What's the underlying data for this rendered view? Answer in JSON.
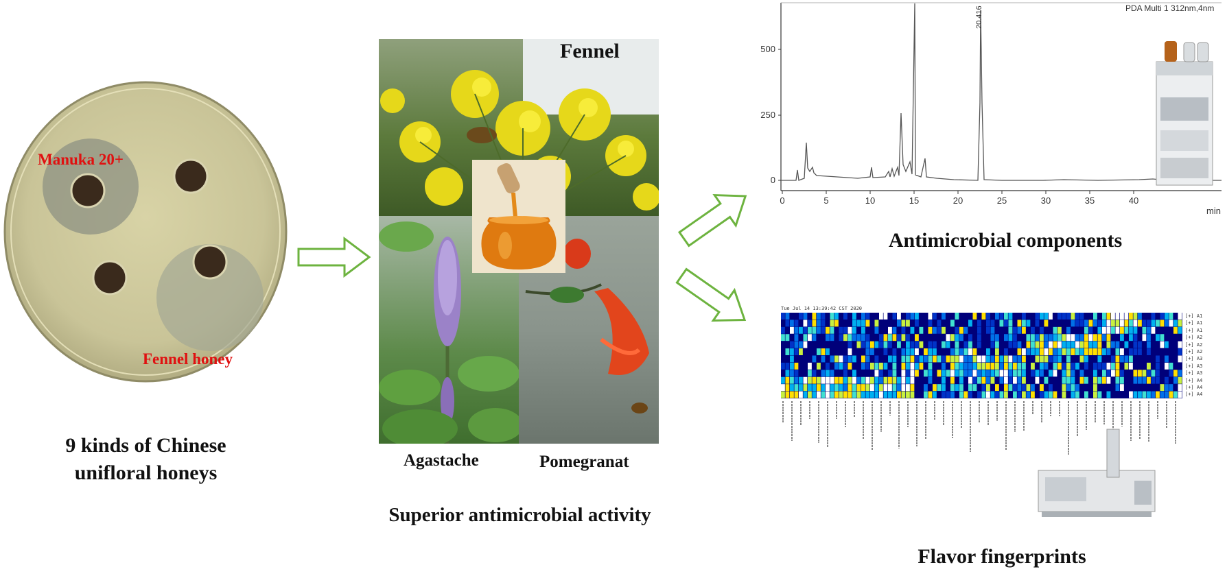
{
  "petri": {
    "label_manuka": "Manuka 20+",
    "label_fennel": "Fennel honey",
    "caption_line1": "9 kinds of Chinese",
    "caption_line2": "unifloral honeys"
  },
  "collage": {
    "label_fennel": "Fennel",
    "label_agastache": "Agastache",
    "label_pomegranate": "Pomegranat",
    "caption": "Superior antimicrobial activity"
  },
  "chromatogram": {
    "header": "PDA Multi 1 312nm,4nm",
    "peak_label": "20.416",
    "y_ticks": [
      "500",
      "250",
      "0"
    ],
    "x_ticks": [
      "0",
      "5",
      "10",
      "15",
      "20",
      "25",
      "30",
      "35",
      "40"
    ],
    "x_unit": "min",
    "caption": "Antimicrobial components"
  },
  "fingerprint": {
    "timestamp": "Tue Jul 14 13:39:42 CST 2020",
    "row_labels": [
      "[+] A1",
      "[+] A1",
      "[+] A1",
      "[+] A2",
      "[+] A2",
      "[+] A2",
      "[+] A3",
      "[+] A3",
      "[+] A3",
      "[+] A4",
      "[+] A4",
      "[+] A4"
    ],
    "caption": "Flavor fingerprints"
  },
  "colors": {
    "arrow": "#6db33f",
    "label_red": "#e01010",
    "heat_low": "#00007a",
    "heat_high": "#ffe000"
  }
}
